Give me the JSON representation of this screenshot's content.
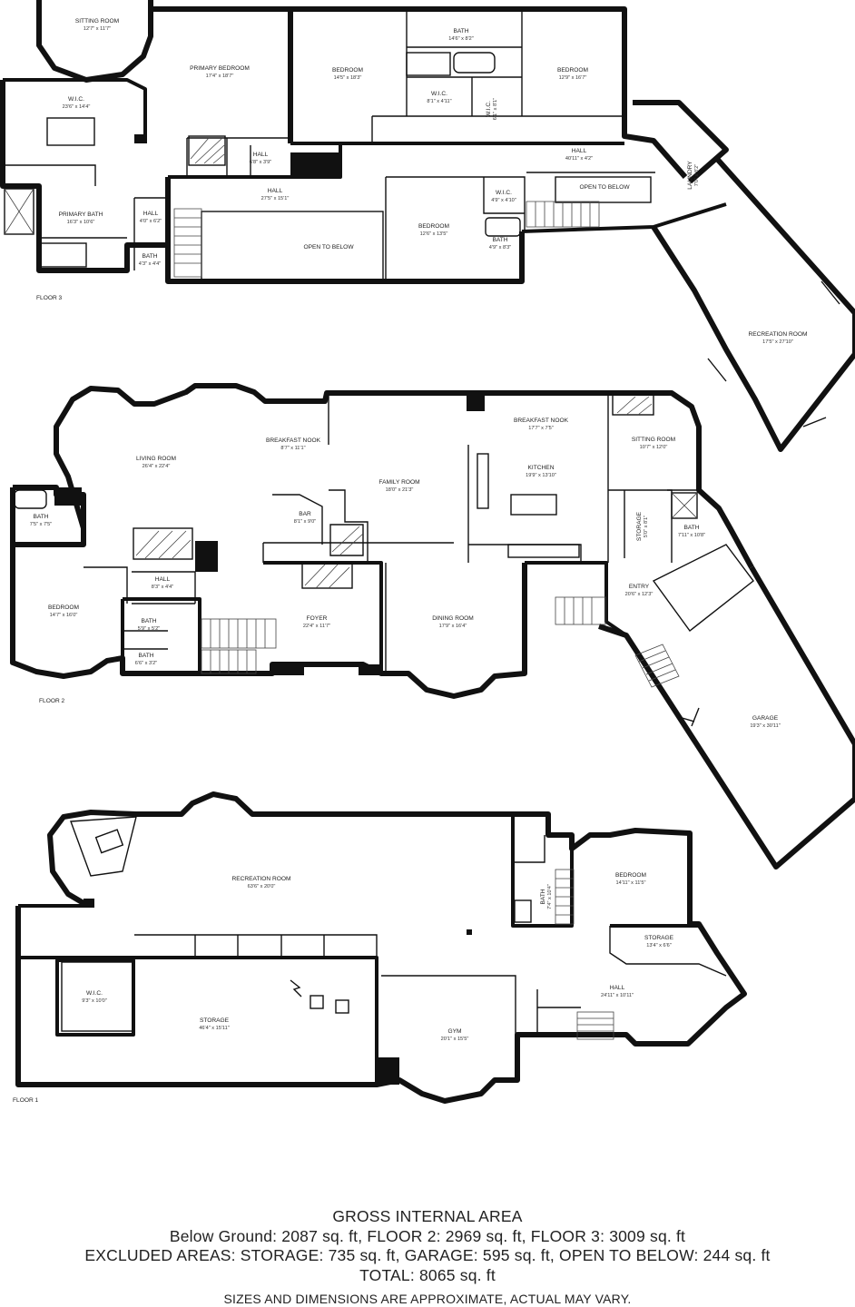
{
  "floors": [
    {
      "label": "FLOOR 3",
      "rooms": [
        {
          "name": "SITTING ROOM",
          "dims": "12'7\" x 11'7\""
        },
        {
          "name": "PRIMARY BEDROOM",
          "dims": "17'4\" x 18'7\""
        },
        {
          "name": "BEDROOM",
          "dims": "14'5\" x 18'3\""
        },
        {
          "name": "BATH",
          "dims": "14'6\" x 8'2\""
        },
        {
          "name": "BEDROOM",
          "dims": "12'9\" x 16'7\""
        },
        {
          "name": "W.I.C.",
          "dims": "23'6\" x 14'4\""
        },
        {
          "name": "W.I.C.",
          "dims": "8'1\" x 4'11\""
        },
        {
          "name": "W.I.C.",
          "dims": "6'1\" x 8'1\""
        },
        {
          "name": "HALL",
          "dims": "40'11\" x 4'2\""
        },
        {
          "name": "HALL",
          "dims": "6'8\" x 3'9\""
        },
        {
          "name": "LAUNDRY",
          "dims": "7'0\" x 8'2\""
        },
        {
          "name": "OPEN TO BELOW",
          "dims": ""
        },
        {
          "name": "HALL",
          "dims": "27'5\" x 15'1\""
        },
        {
          "name": "PRIMARY BATH",
          "dims": "16'3\" x 10'6\""
        },
        {
          "name": "HALL",
          "dims": "4'0\" x 6'2\""
        },
        {
          "name": "BEDROOM",
          "dims": "12'6\" x 13'5\""
        },
        {
          "name": "W.I.C.",
          "dims": "4'9\" x 4'10\""
        },
        {
          "name": "BATH",
          "dims": "4'9\" x 8'3\""
        },
        {
          "name": "OPEN TO BELOW",
          "dims": ""
        },
        {
          "name": "BATH",
          "dims": "4'3\" x 4'4\""
        },
        {
          "name": "RECREATION ROOM",
          "dims": "17'5\" x 27'10\""
        }
      ]
    },
    {
      "label": "FLOOR 2",
      "rooms": [
        {
          "name": "LIVING ROOM",
          "dims": "26'4\" x 22'4\""
        },
        {
          "name": "BREAKFAST NOOK",
          "dims": "8'7\" x 11'1\""
        },
        {
          "name": "BREAKFAST NOOK",
          "dims": "17'7\" x 7'5\""
        },
        {
          "name": "SITTING ROOM",
          "dims": "10'7\" x 12'0\""
        },
        {
          "name": "KITCHEN",
          "dims": "19'9\" x 13'10\""
        },
        {
          "name": "FAMILY ROOM",
          "dims": "18'0\" x 21'3\""
        },
        {
          "name": "BATH",
          "dims": "7'5\" x 7'5\""
        },
        {
          "name": "BAR",
          "dims": "8'1\" x 9'0\""
        },
        {
          "name": "STORAGE",
          "dims": "5'0\" x 8'1\""
        },
        {
          "name": "BATH",
          "dims": "7'11\" x 10'8\""
        },
        {
          "name": "HALL",
          "dims": "8'3\" x 4'4\""
        },
        {
          "name": "ENTRY",
          "dims": "20'6\" x 12'3\""
        },
        {
          "name": "BEDROOM",
          "dims": "14'7\" x 16'0\""
        },
        {
          "name": "BATH",
          "dims": "5'9\" x 5'2\""
        },
        {
          "name": "FOYER",
          "dims": "22'4\" x 11'7\""
        },
        {
          "name": "DINING ROOM",
          "dims": "17'9\" x 16'4\""
        },
        {
          "name": "BATH",
          "dims": "6'6\" x 3'2\""
        },
        {
          "name": "GARAGE",
          "dims": "19'3\" x 30'11\""
        }
      ]
    },
    {
      "label": "FLOOR 1",
      "rooms": [
        {
          "name": "RECREATION ROOM",
          "dims": "63'6\" x 20'0\""
        },
        {
          "name": "BEDROOM",
          "dims": "14'11\" x 11'5\""
        },
        {
          "name": "BATH",
          "dims": "7'4\" x 10'4\""
        },
        {
          "name": "STORAGE",
          "dims": "13'4\" x 6'6\""
        },
        {
          "name": "W.I.C.",
          "dims": "9'3\" x 10'0\""
        },
        {
          "name": "HALL",
          "dims": "24'11\" x 10'11\""
        },
        {
          "name": "STORAGE",
          "dims": "46'4\" x 15'11\""
        },
        {
          "name": "GYM",
          "dims": "20'1\" x 15'5\""
        }
      ]
    }
  ],
  "summary": {
    "title": "GROSS INTERNAL AREA",
    "line1": "Below Ground: 2087 sq. ft, FLOOR 2: 2969 sq. ft, FLOOR 3: 3009 sq. ft",
    "line2": "EXCLUDED AREAS: STORAGE: 735 sq. ft, GARAGE: 595 sq. ft, OPEN TO BELOW: 244 sq. ft",
    "line3": "TOTAL: 8065 sq. ft",
    "note": "SIZES AND DIMENSIONS ARE APPROXIMATE, ACTUAL MAY VARY."
  }
}
